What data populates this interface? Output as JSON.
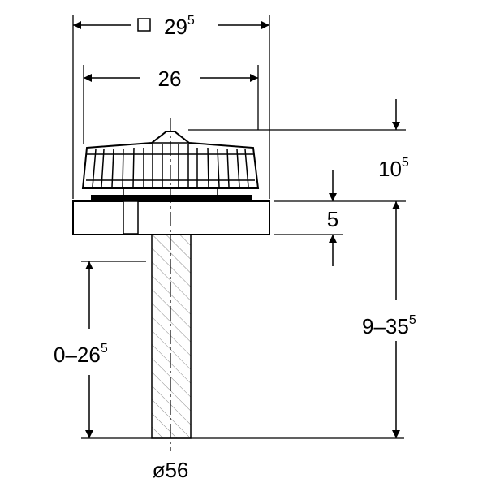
{
  "dimensions": {
    "overall_width": {
      "prefix": "□",
      "value": "29",
      "sup": "5"
    },
    "grate_width": {
      "value": "26"
    },
    "grate_height": {
      "value": "10",
      "sup": "5"
    },
    "plate_thickness": {
      "value": "5"
    },
    "total_height": {
      "value": "9–35",
      "sup": "5"
    },
    "extension": {
      "value": "0–26",
      "sup": "5"
    },
    "pipe_diameter": {
      "value": "ø56"
    }
  },
  "colors": {
    "line": "#000000",
    "background": "#ffffff"
  }
}
